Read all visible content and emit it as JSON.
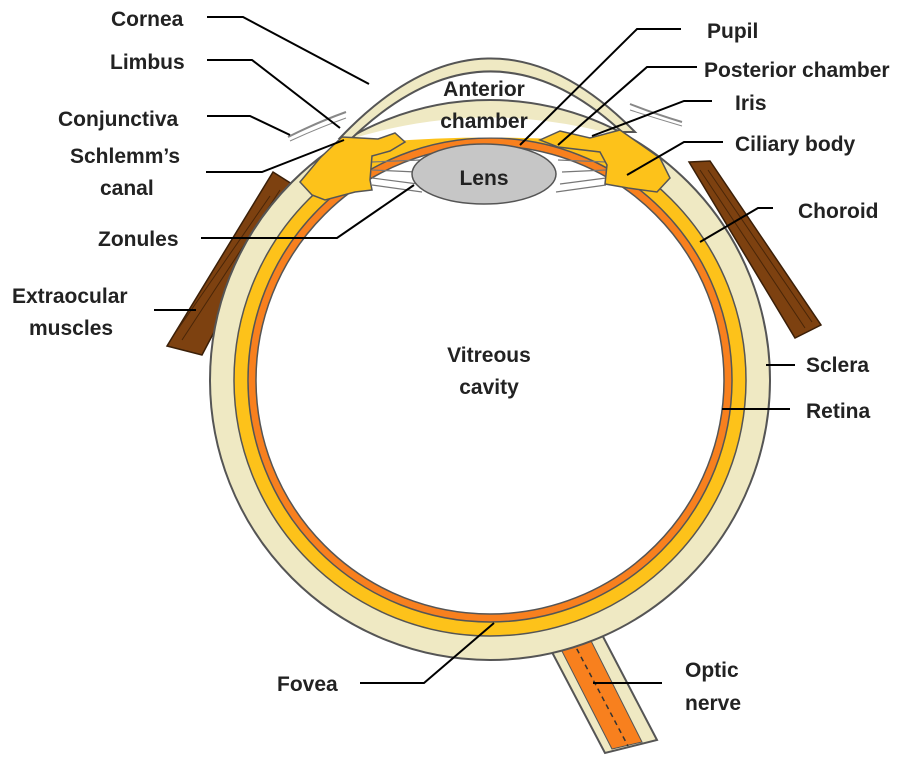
{
  "diagram": {
    "labels": {
      "cornea": "Cornea",
      "limbus": "Limbus",
      "conjunctiva": "Conjunctiva",
      "schlemms_canal": [
        "Schlemm’s",
        "canal"
      ],
      "zonules": "Zonules",
      "extraocular_muscles": [
        "Extraocular",
        "muscles"
      ],
      "pupil": "Pupil",
      "posterior_chamber": "Posterior chamber",
      "iris": "Iris",
      "ciliary_body": "Ciliary body",
      "choroid": "Choroid",
      "sclera": "Sclera",
      "retina": "Retina",
      "anterior_chamber": [
        "Anterior",
        "chamber"
      ],
      "lens": "Lens",
      "vitreous_cavity": [
        "Vitreous",
        "cavity"
      ],
      "fovea": "Fovea",
      "optic_nerve": [
        "Optic",
        "nerve"
      ]
    },
    "colors": {
      "sclera": "#efe9c3",
      "choroid_yellow": "#fdc21a",
      "retina_orange": "#f8801e",
      "muscle_brown": "#7d4110",
      "lens_gray": "#c6c6c6",
      "outline": "#555555",
      "leader": "#000000",
      "text": "#222222"
    }
  }
}
